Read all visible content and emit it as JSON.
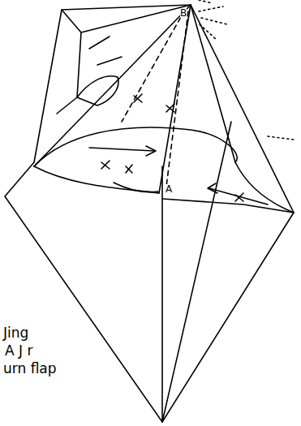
{
  "diagram": {
    "labels": [
      "B",
      "A",
      "Jing",
      "A J r",
      "urn flap"
    ]
  }
}
